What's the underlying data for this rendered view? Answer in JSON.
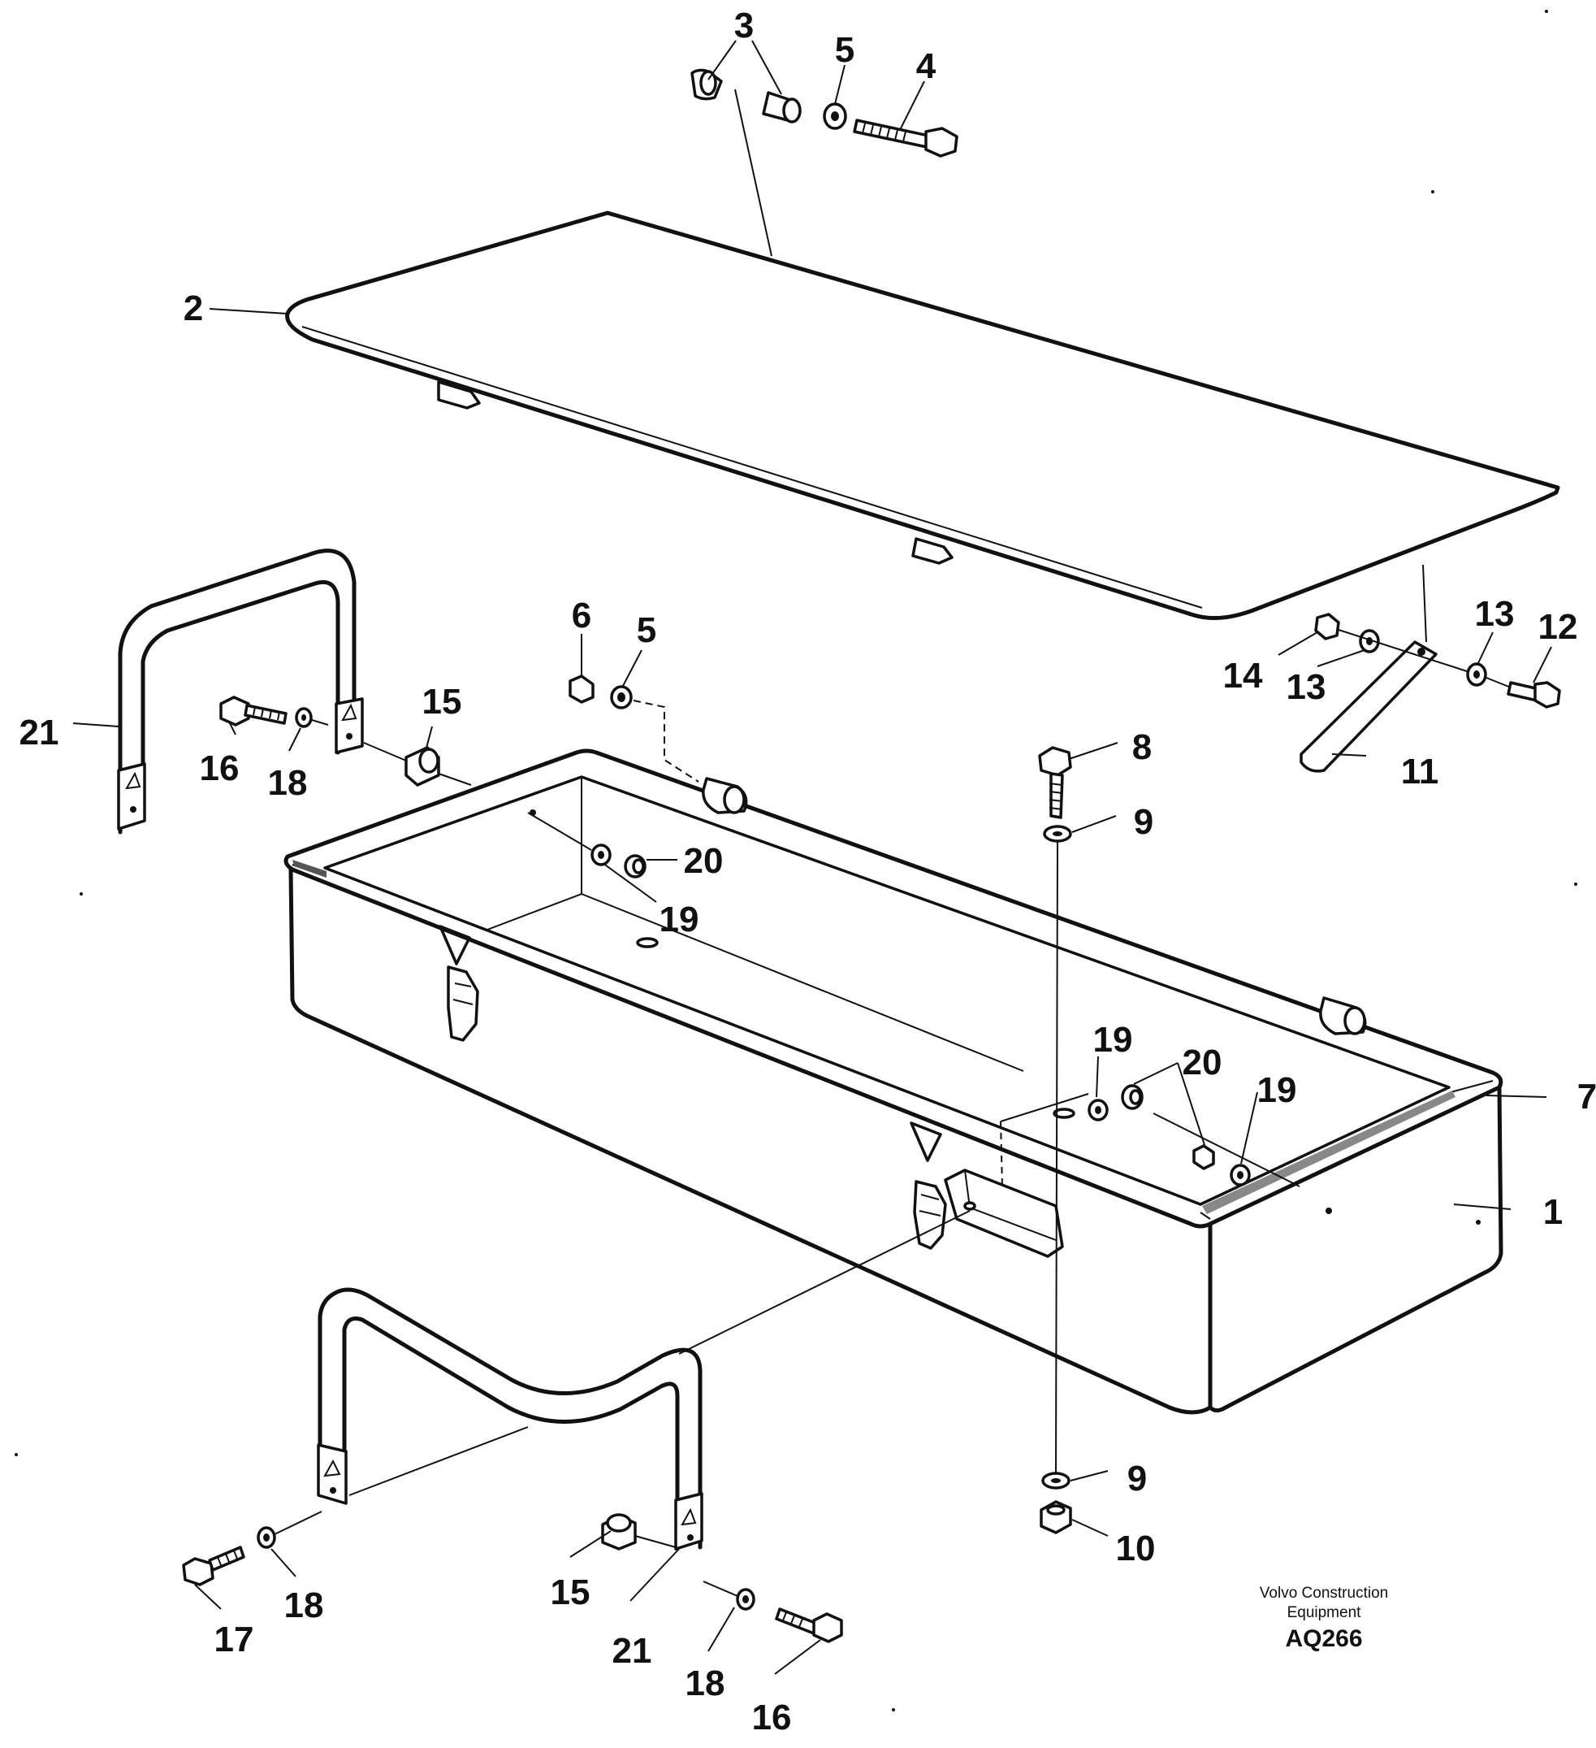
{
  "stamp": {
    "maker_line1": "Volvo Construction",
    "maker_line2": "Equipment",
    "code": "AQ266"
  },
  "callouts": [
    {
      "id": "c3",
      "text": "3"
    },
    {
      "id": "c5a",
      "text": "5"
    },
    {
      "id": "c4",
      "text": "4"
    },
    {
      "id": "c2",
      "text": "2"
    },
    {
      "id": "c6",
      "text": "6"
    },
    {
      "id": "c5b",
      "text": "5"
    },
    {
      "id": "c13a",
      "text": "13"
    },
    {
      "id": "c12",
      "text": "12"
    },
    {
      "id": "c14",
      "text": "14"
    },
    {
      "id": "c13b",
      "text": "13"
    },
    {
      "id": "c21a",
      "text": "21"
    },
    {
      "id": "c15a",
      "text": "15"
    },
    {
      "id": "c16a",
      "text": "16"
    },
    {
      "id": "c18a",
      "text": "18"
    },
    {
      "id": "c8",
      "text": "8"
    },
    {
      "id": "c11",
      "text": "11"
    },
    {
      "id": "c9a",
      "text": "9"
    },
    {
      "id": "c20a",
      "text": "20"
    },
    {
      "id": "c19a",
      "text": "19"
    },
    {
      "id": "c19b",
      "text": "19"
    },
    {
      "id": "c20b",
      "text": "20"
    },
    {
      "id": "c19c",
      "text": "19"
    },
    {
      "id": "c7",
      "text": "7"
    },
    {
      "id": "c1",
      "text": "1"
    },
    {
      "id": "c9b",
      "text": "9"
    },
    {
      "id": "c10",
      "text": "10"
    },
    {
      "id": "c18b",
      "text": "18"
    },
    {
      "id": "c15b",
      "text": "15"
    },
    {
      "id": "c17",
      "text": "17"
    },
    {
      "id": "c21b",
      "text": "21"
    },
    {
      "id": "c18c",
      "text": "18"
    },
    {
      "id": "c16b",
      "text": "16"
    }
  ]
}
